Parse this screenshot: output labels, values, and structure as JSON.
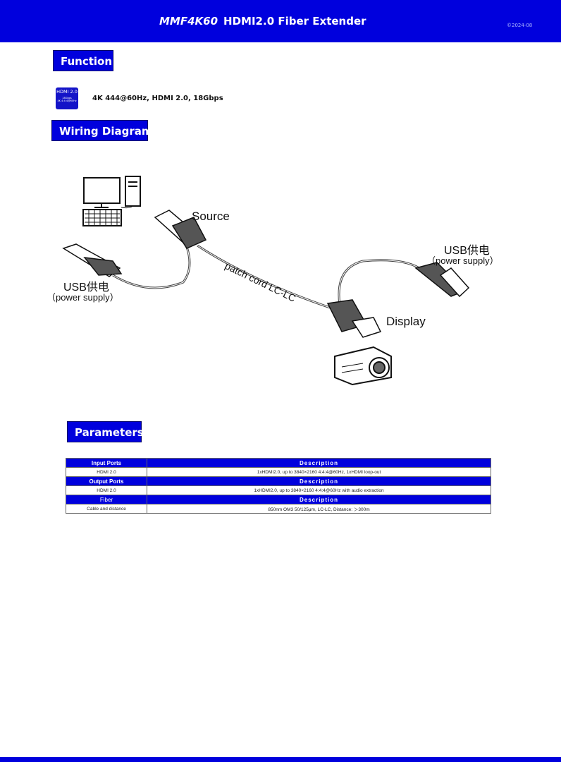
{
  "header": {
    "model": "MMF4K60",
    "product": "HDMI2.0 Fiber Extender",
    "date": "©2024-08"
  },
  "function": {
    "title": "Function",
    "badge_line1": "HDMI 2.0",
    "badge_line2": "18Gbps",
    "badge_line3": "4K 4:4:4@60Hz",
    "text": "4K 444@60Hz, HDMI 2.0, 18Gbps"
  },
  "wiring": {
    "title": "Wiring Diagram",
    "source_label": "Source",
    "display_label": "Display",
    "cord_label": "patch cord LC-LC",
    "usb_left": "USB供电",
    "power_left": "（power supply）",
    "usb_right": "USB供电",
    "power_right": "（power supply）"
  },
  "parameters": {
    "title": "Parameters",
    "sections": [
      {
        "header": "Input Ports",
        "desc_header": "Description",
        "name": "HDMI 2.0",
        "desc": "1xHDMI2.0, up to 3840×2160 4:4:4@60Hz, 1xHDMI loop-out"
      },
      {
        "header": "Output Ports",
        "desc_header": "Description",
        "name": "HDMI 2.0",
        "desc": "1xHDMI2.0, up to 3840×2160 4:4:4@60Hz with audio extraction"
      },
      {
        "header": "Fiber",
        "desc_header": "Description",
        "name": "Cable and distance",
        "desc": "850nm OM3 50/125μm, LC-LC, Distance: ＞300m"
      }
    ]
  },
  "colors": {
    "brand_blue": "#0000dd"
  }
}
